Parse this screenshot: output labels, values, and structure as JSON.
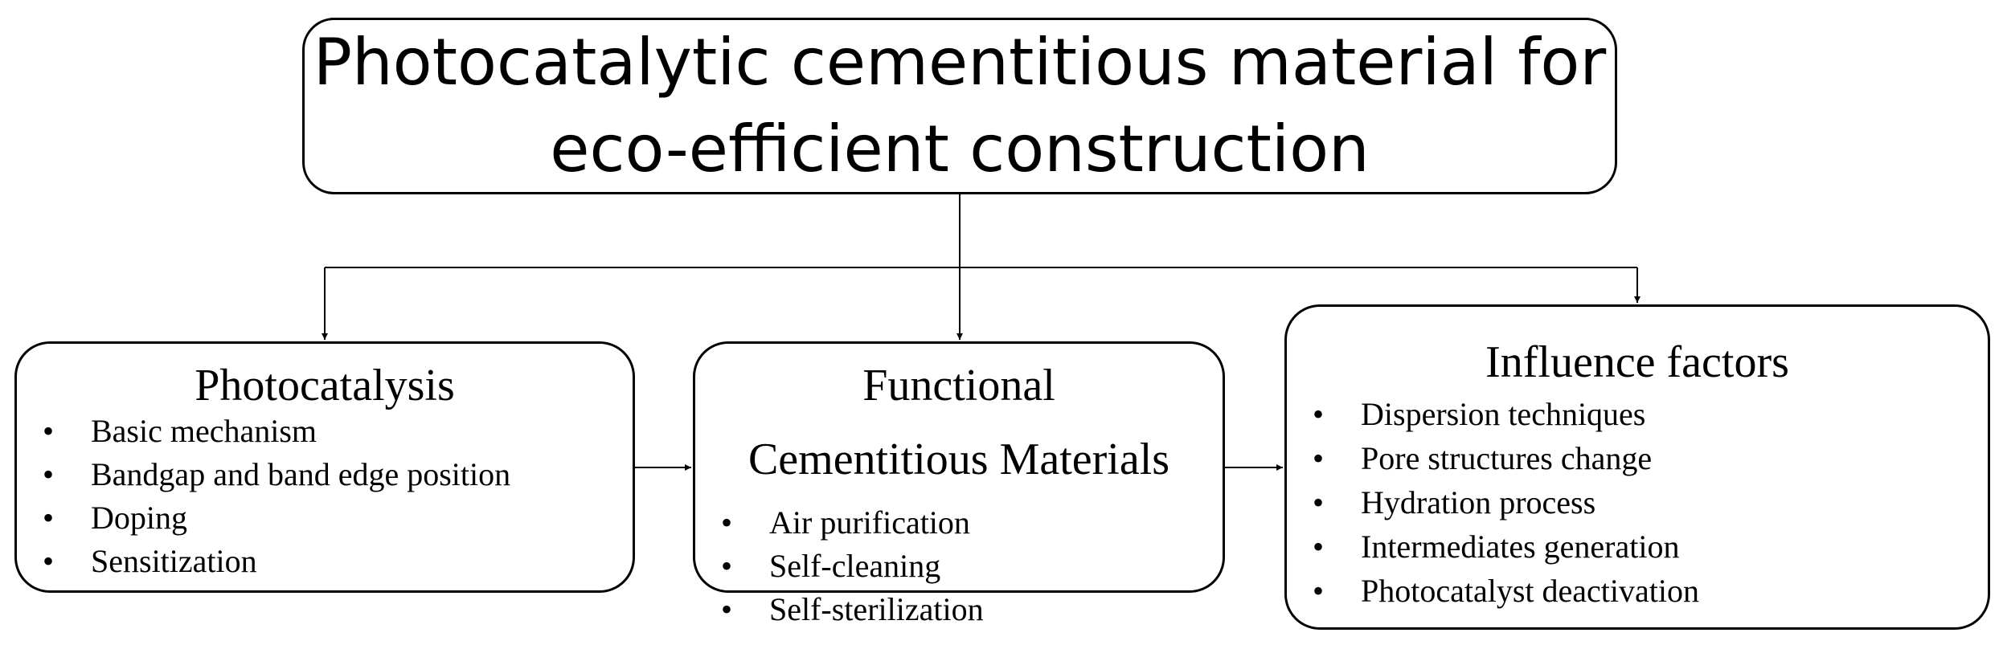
{
  "title": {
    "line1": "Photocatalytic cementitious material for",
    "line2": "eco-efficient construction"
  },
  "boxes": {
    "photocatalysis": {
      "heading": "Photocatalysis",
      "items": [
        "Basic mechanism",
        "Bandgap and band edge position",
        "Doping",
        "Sensitization"
      ]
    },
    "materials": {
      "heading_line1": "Functional",
      "heading_line2": "Cementitious Materials",
      "items": [
        "Air purification",
        "Self-cleaning",
        "Self-sterilization"
      ]
    },
    "factors": {
      "heading": "Influence factors",
      "items": [
        "Dispersion techniques",
        "Pore structures change",
        "Hydration process",
        "Intermediates generation",
        "Photocatalyst deactivation"
      ]
    }
  },
  "colors": {
    "line": "#000000",
    "text": "#000000",
    "background": "#ffffff"
  }
}
